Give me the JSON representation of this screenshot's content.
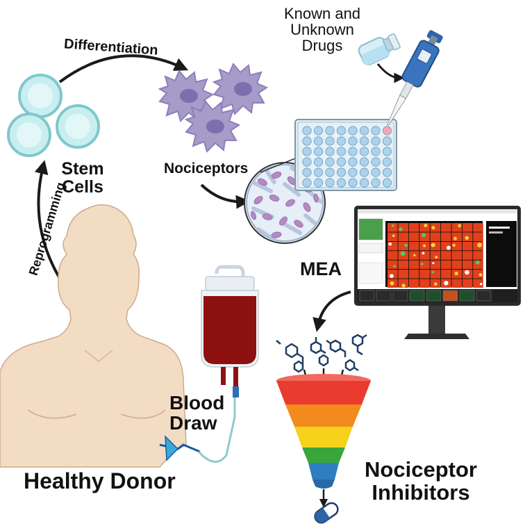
{
  "labels": {
    "differentiation": "Differentiation",
    "reprogramming": "Reprogramming",
    "stem_cells_line1": "Stem",
    "stem_cells_line2": "Cells",
    "nociceptors": "Nociceptors",
    "drugs_line1": "Known and",
    "drugs_line2": "Unknown",
    "drugs_line3": "Drugs",
    "mea": "MEA",
    "blood_line1": "Blood",
    "blood_line2": "Draw",
    "healthy_donor": "Healthy Donor",
    "inhibitors_line1": "Nociceptor",
    "inhibitors_line2": "Inhibitors"
  },
  "colors": {
    "cell_fill": "#c9eef0",
    "cell_edge": "#7fc8cc",
    "neuron_fill": "#a79bc9",
    "neuron_nucleus": "#7d6fae",
    "plate": "#dcecf4",
    "well": "#aad3ec",
    "pipette": "#2f63a8",
    "blood": "#8e1111",
    "skin": "#f3dcc4",
    "funnel": [
      "#e93b2f",
      "#f28a1e",
      "#f5d21c",
      "#3aa53a",
      "#2f7fc0"
    ],
    "mea_red": "#e0401c",
    "mea_bg": "#1a1a1a",
    "arrow": "#1a1a1a"
  }
}
